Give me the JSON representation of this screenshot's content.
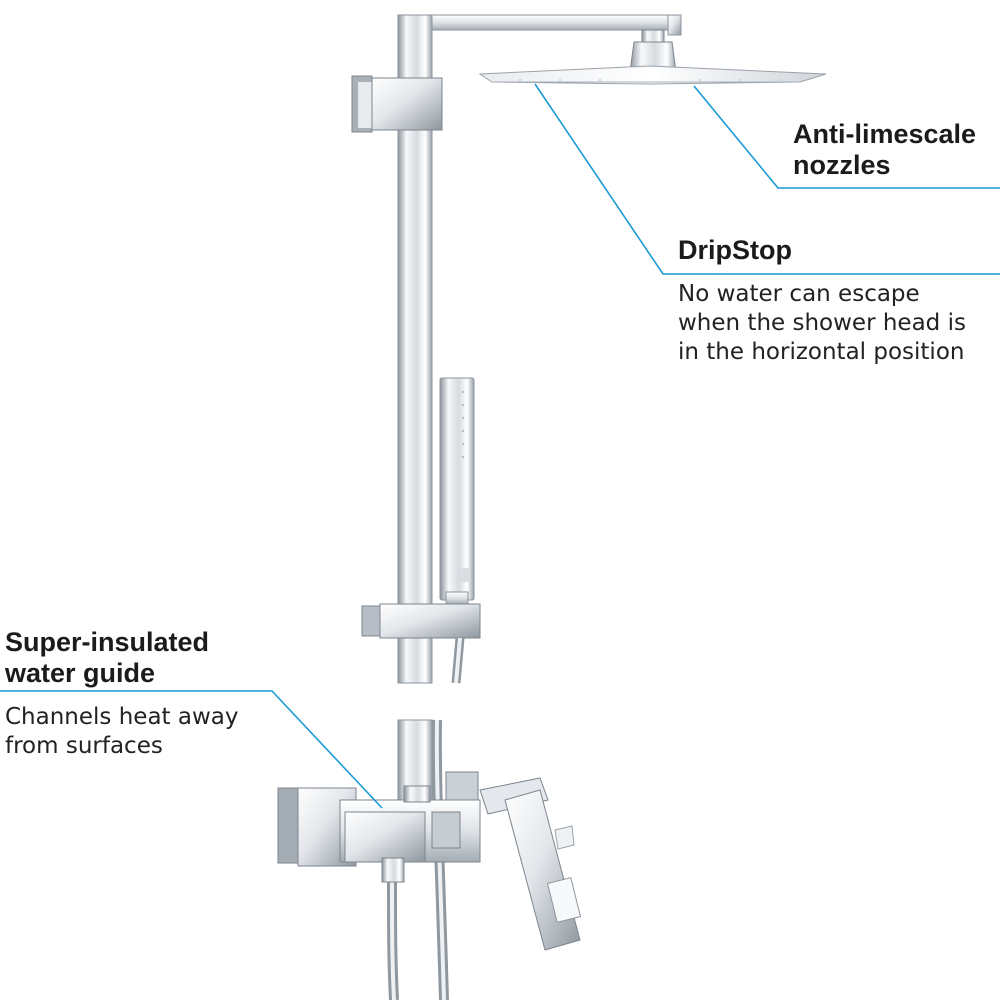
{
  "callouts": {
    "limescale": {
      "title": "Anti-limescale\nnozzles"
    },
    "dripstop": {
      "title": "DripStop",
      "description": "No water can escape\nwhen the shower head is\nin the horizontal position"
    },
    "water_guide": {
      "title": "Super-insulated\nwater guide",
      "description": "Channels heat away\nfrom surfaces"
    }
  },
  "colors": {
    "leader_line": "#1a9ad6",
    "chrome_light": "#f4f6f8",
    "chrome_mid": "#c9cfd5",
    "chrome_dark": "#6f7780",
    "text": "#1b1b1b"
  }
}
